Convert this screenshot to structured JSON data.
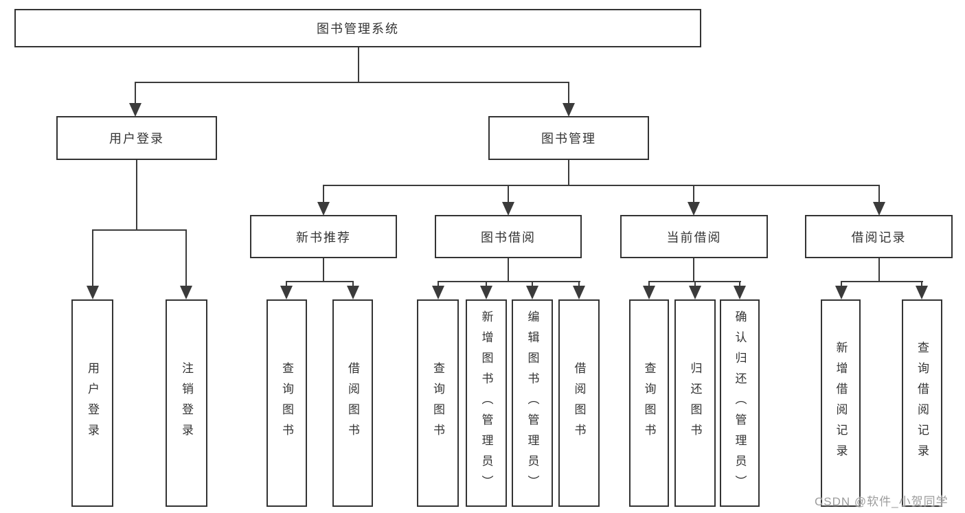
{
  "colors": {
    "line": "#3b3b3b",
    "border": "#333333",
    "text": "#333333",
    "background": "#ffffff",
    "watermark": "#9c9c9c"
  },
  "watermark": "CSDN @软件_小贺同学",
  "nodes": {
    "root": "图书管理系统",
    "user_login": "用户登录",
    "book_management": "图书管理",
    "new_book_recommend": "新书推荐",
    "book_borrow": "图书借阅",
    "current_borrow": "当前借阅",
    "borrow_records": "借阅记录"
  },
  "leaves": {
    "login": [
      "用户登录",
      "注销登录"
    ],
    "recommend": [
      "查询图书",
      "借阅图书"
    ],
    "borrow": [
      "查询图书",
      "新增图书（管理员）",
      "编辑图书（管理员）",
      "借阅图书"
    ],
    "current": [
      "查询图书",
      "归还图书",
      "确认归还（管理员）"
    ],
    "records": [
      "新增借阅记录",
      "查询借阅记录"
    ]
  }
}
